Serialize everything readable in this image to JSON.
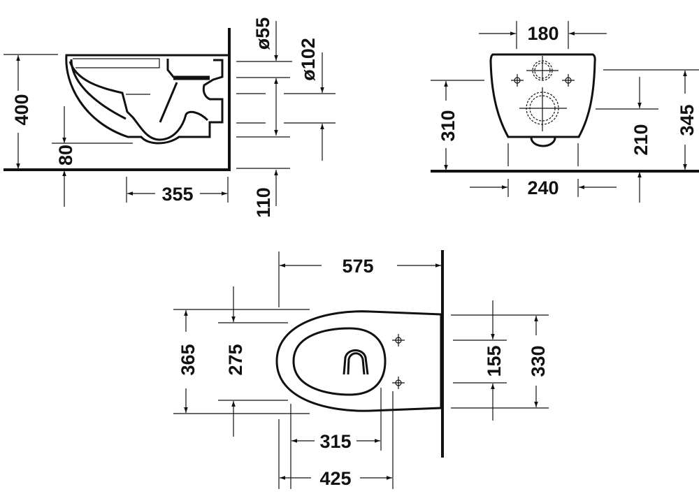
{
  "title": "Wall-mounted toilet dimension drawing",
  "side_view": {
    "height_label": "400",
    "outlet_height_label": "80",
    "depth_label": "355",
    "inlet_diameter_label": "ø55",
    "outlet_diameter_label": "ø102",
    "bottom_offset_label": "110"
  },
  "rear_view": {
    "fixing_distance_label": "180",
    "fixing_height_label": "310",
    "outlet_height_label": "210",
    "inlet_height_label": "345",
    "base_width_label": "240"
  },
  "top_view": {
    "length_label": "575",
    "width_label": "365",
    "seat_width_label": "275",
    "hole_spacing_label": "155",
    "rear_width_label": "330",
    "seat_length_label": "315",
    "front_length_label": "425"
  },
  "colors": {
    "line": "#111111",
    "background": "#ffffff"
  }
}
